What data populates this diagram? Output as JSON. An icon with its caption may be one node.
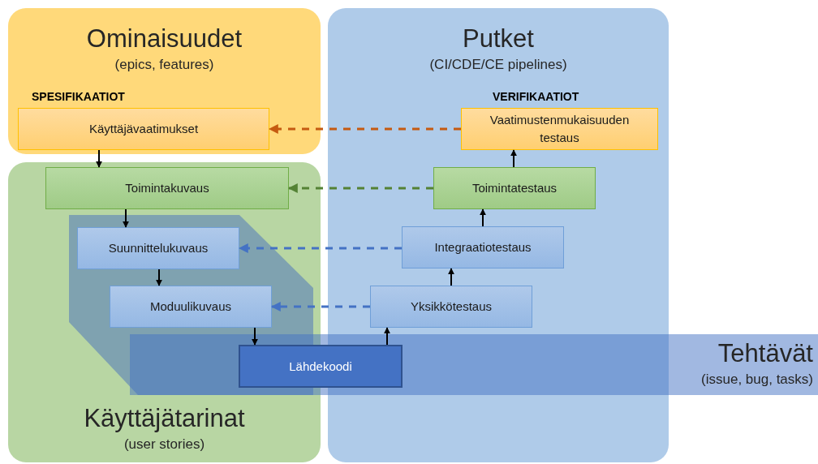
{
  "diagram": {
    "nodes": [
      {
        "text": [
          "Ominaisuudet",
          "(epics, features)"
        ]
      },
      {
        "text": [
          "Putket",
          "(CI/CDE/CE pipelines)"
        ]
      },
      {
        "text": [
          "Käyttäjätarinat",
          "(user stories)"
        ]
      },
      {
        "text": [
          "Tehtävät",
          "(issue, bug, tasks)"
        ]
      },
      {
        "text": [
          "Käyttäjävaatimukset"
        ],
        "in": 0,
        "beside": [
          "SPESIFIKAATIOT"
        ]
      },
      {
        "text": [
          "Toimintakuvaus"
        ],
        "in": 2
      },
      {
        "text": [
          "Suunnittelukuvaus"
        ],
        "in": 2
      },
      {
        "text": [
          "Moduulikuvaus"
        ],
        "in": 2
      },
      {
        "text": [
          "Lähdekoodi"
        ],
        "in": 3
      },
      {
        "text": [
          "Vaatimustenmukaisuuden testaus"
        ],
        "in": 1,
        "beside": [
          "VERIFIKAATIOT"
        ]
      },
      {
        "text": [
          "Toimintatestaus"
        ],
        "in": 1
      },
      {
        "text": [
          "Integraatiotestaus"
        ],
        "in": 1
      },
      {
        "text": [
          "Yksikkötestaus"
        ],
        "in": 1
      }
    ],
    "edges": [
      {
        "from": 4,
        "to": 5,
        "arrow": "to"
      },
      {
        "from": 5,
        "to": 6,
        "arrow": "to"
      },
      {
        "from": 6,
        "to": 7,
        "arrow": "to"
      },
      {
        "from": 7,
        "to": 8,
        "arrow": "to"
      },
      {
        "from": 8,
        "to": 12,
        "arrow": "to"
      },
      {
        "from": 12,
        "to": 11,
        "arrow": "to"
      },
      {
        "from": 11,
        "to": 10,
        "arrow": "to"
      },
      {
        "from": 10,
        "to": 9,
        "arrow": "to"
      },
      {
        "from": 9,
        "to": 4,
        "arrow": "to",
        "style": "dashed",
        "color": "#c55a11"
      },
      {
        "from": 10,
        "to": 5,
        "arrow": "to",
        "style": "dashed",
        "color": "#548235"
      },
      {
        "from": 11,
        "to": 6,
        "arrow": "to",
        "style": "dashed",
        "color": "#4472c4"
      },
      {
        "from": 12,
        "to": 7,
        "arrow": "to",
        "style": "dashed",
        "color": "#4472c4"
      }
    ]
  }
}
